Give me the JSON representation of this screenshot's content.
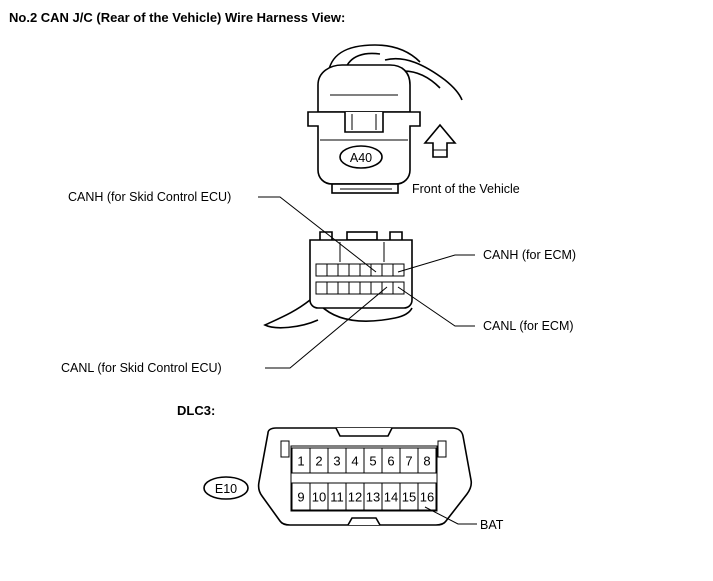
{
  "title": "No.2 CAN J/C (Rear of the Vehicle) Wire Harness View:",
  "connector_a": {
    "code": "A40",
    "front_label": "Front of the Vehicle",
    "labels": {
      "canh_skid": "CANH (for Skid Control ECU)",
      "canh_ecm": "CANH (for ECM)",
      "canl_ecm": "CANL (for ECM)",
      "canl_skid": "CANL (for Skid Control ECU)"
    }
  },
  "dlc3": {
    "heading": "DLC3:",
    "code": "E10",
    "pins_top": [
      "1",
      "2",
      "3",
      "4",
      "5",
      "6",
      "7",
      "8"
    ],
    "pins_bottom": [
      "9",
      "10",
      "11",
      "12",
      "13",
      "14",
      "15",
      "16"
    ],
    "bat_label": "BAT"
  }
}
